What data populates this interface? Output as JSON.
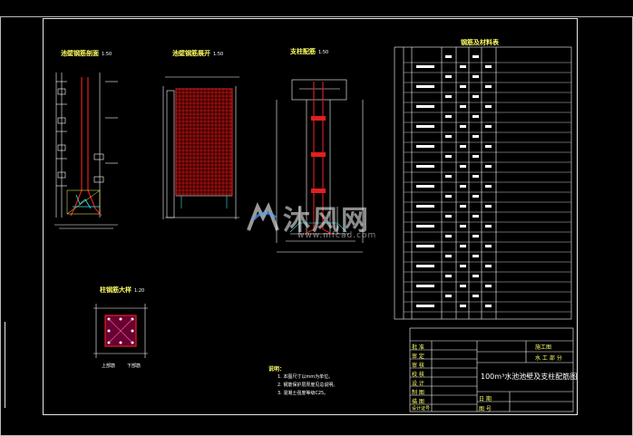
{
  "drawing": {
    "views": {
      "tank_section": {
        "title": "池壁钢筋剖面",
        "scale": "1:50"
      },
      "tank_expand": {
        "title": "池壁钢筋展开",
        "scale": "1:50"
      },
      "column": {
        "title": "支柱配筋",
        "scale": "1:50"
      },
      "column_section": {
        "title": "柱钢筋大样",
        "scale": "1:20"
      }
    },
    "material_table": {
      "title": "钢筋及材料表"
    },
    "column_labels": {
      "top": "上部筋",
      "bottom": "下部筋"
    },
    "notes": {
      "heading": "说明：",
      "lines": [
        "1. 本图尺寸以mm为单位。",
        "2. 钢筋保护层厚度见总说明。",
        "3. 混凝土强度等级C25。"
      ]
    },
    "title_block": {
      "drawing_name": "100m³水池池壁及支柱配筋图",
      "design_stage": "施工图",
      "discipline": "水 工 部 分",
      "sheet_label": "图 号",
      "date_label": "日 期",
      "rows": [
        "批 准",
        "审 定",
        "审 核",
        "校 核",
        "设 计",
        "制 图",
        "描 图",
        "设计证号"
      ]
    },
    "watermark": {
      "text": "沐风网",
      "sub": "www.mfcad.com"
    }
  }
}
